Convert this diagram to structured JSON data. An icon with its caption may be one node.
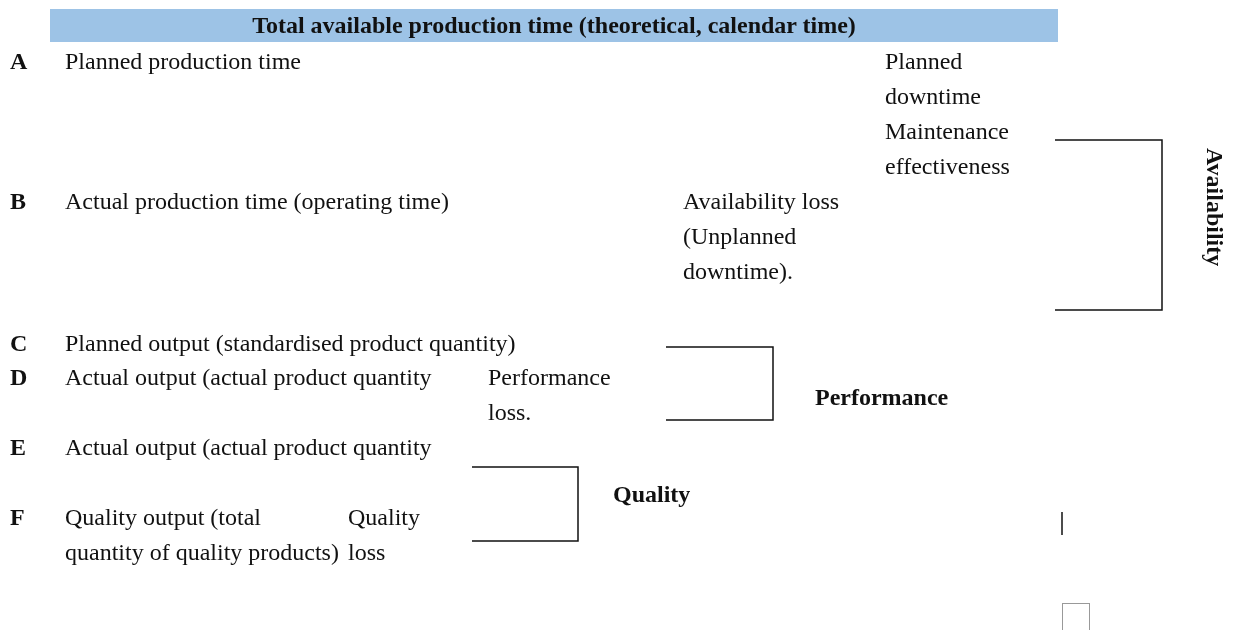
{
  "diagram": {
    "title": "Total available production time (theoretical, calendar time)",
    "labels": [
      "A",
      "Planned production time",
      "Planned downtime",
      "Maintenance effectiveness",
      "Availability",
      "B",
      "Actual production time (operating time)",
      "Availability loss (Unplanned downtime).",
      "C",
      "Planned output (standardised product quantity)",
      "D",
      "Actual output (actual product quantity",
      "Performance loss.",
      "Performance",
      "E",
      "Actual output (actual product quantity",
      "Quality",
      "F",
      "Quality output (total quantity of quality products)",
      "Quality loss"
    ]
  }
}
